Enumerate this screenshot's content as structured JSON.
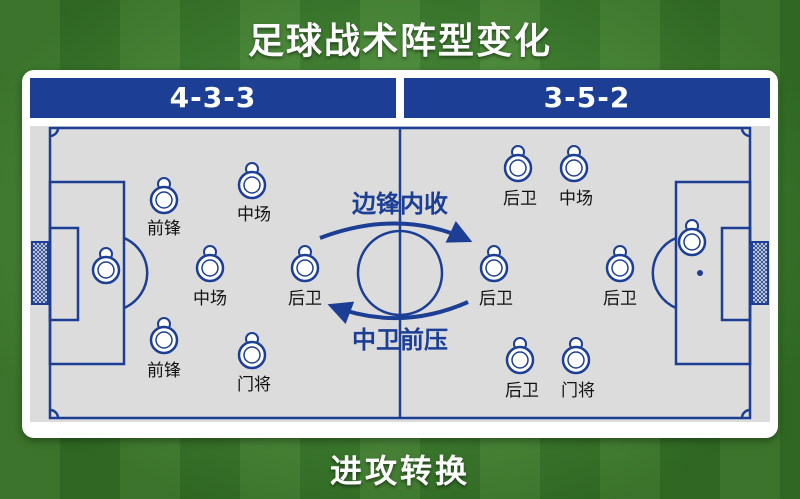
{
  "title": "足球战术阵型变化",
  "footer": "进攻转换",
  "formations": {
    "left": "4-3-3",
    "right": "3-5-2"
  },
  "annotations": {
    "top_arrow": "边锋内收",
    "bottom_arrow": "中卫前压"
  },
  "players": {
    "left": {
      "goalkeeper": "",
      "forward_top": "前锋",
      "midfield_top": "中场",
      "midfield_mid": "中场",
      "back_mid": "后卫",
      "forward_bottom": "前锋",
      "goalkeeper_label": "门将"
    },
    "right": {
      "back_top": "后卫",
      "midfield_top": "中场",
      "back_mid": "后卫",
      "back_right": "后卫",
      "back_bottom": "后卫",
      "goalkeeper_label": "门将"
    }
  },
  "colors": {
    "navy": "#1c3f95",
    "pitch": "#dcdcdc",
    "grass": "#4f9a3a"
  }
}
